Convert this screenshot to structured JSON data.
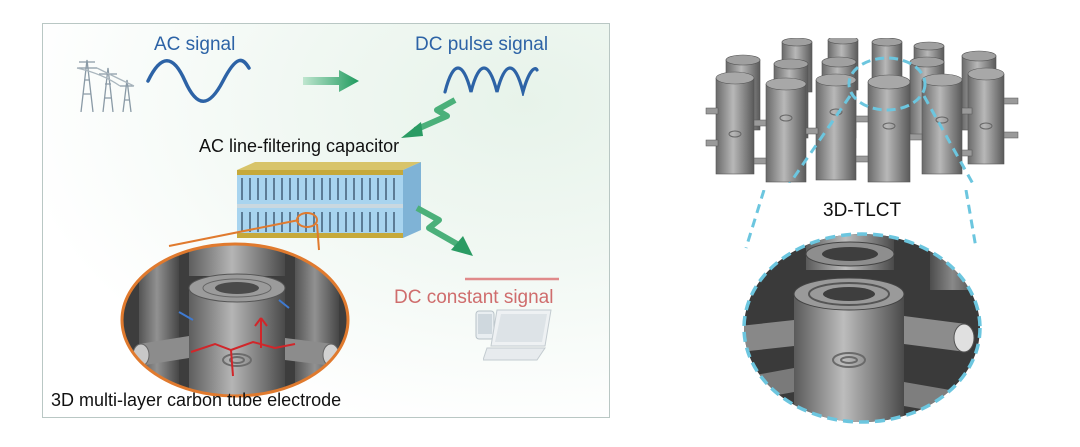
{
  "labels": {
    "ac_signal": "AC signal",
    "dc_pulse_signal": "DC pulse signal",
    "capacitor": "AC line-filtering capacitor",
    "dc_constant_signal": "DC constant signal",
    "electrode": "3D multi-layer carbon tube electrode",
    "tlct": "3D-TLCT"
  },
  "colors": {
    "signal_blue": "#2d63a6",
    "arrow_green": "#2aa06a",
    "dc_red": "#cf6d6d",
    "zoom_orange": "#e07a2e",
    "zoom_cyan": "#6cc6df",
    "tube_gray": "#8e8e8e"
  },
  "icons": [
    "power-tower-icon",
    "laptop-icon",
    "phone-icon"
  ]
}
